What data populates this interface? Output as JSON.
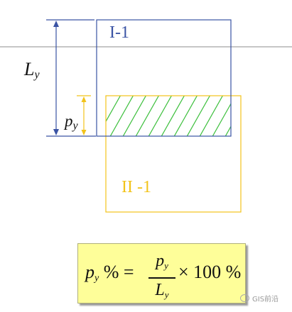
{
  "diagram": {
    "box1_label": "I-1",
    "box2_label": "II -1",
    "dimension_L": "L",
    "dimension_L_sub": "y",
    "dimension_p": "p",
    "dimension_p_sub": "y"
  },
  "formula": {
    "lhs_var": "p",
    "lhs_sub": "y",
    "lhs_rest": " % =",
    "num_var": "p",
    "num_sub": "y",
    "den_var": "L",
    "den_sub": "y",
    "rhs": "× 100 %"
  },
  "watermark": {
    "text": "GIS前沿"
  },
  "colors": {
    "box1_stroke": "#3a53a4",
    "box2_stroke": "#f2c31a",
    "hatch": "#3cbf3c",
    "dim_line_L": "#3a53a4",
    "dim_line_p": "#f2c31a",
    "formula_bg": "#fefe99"
  }
}
